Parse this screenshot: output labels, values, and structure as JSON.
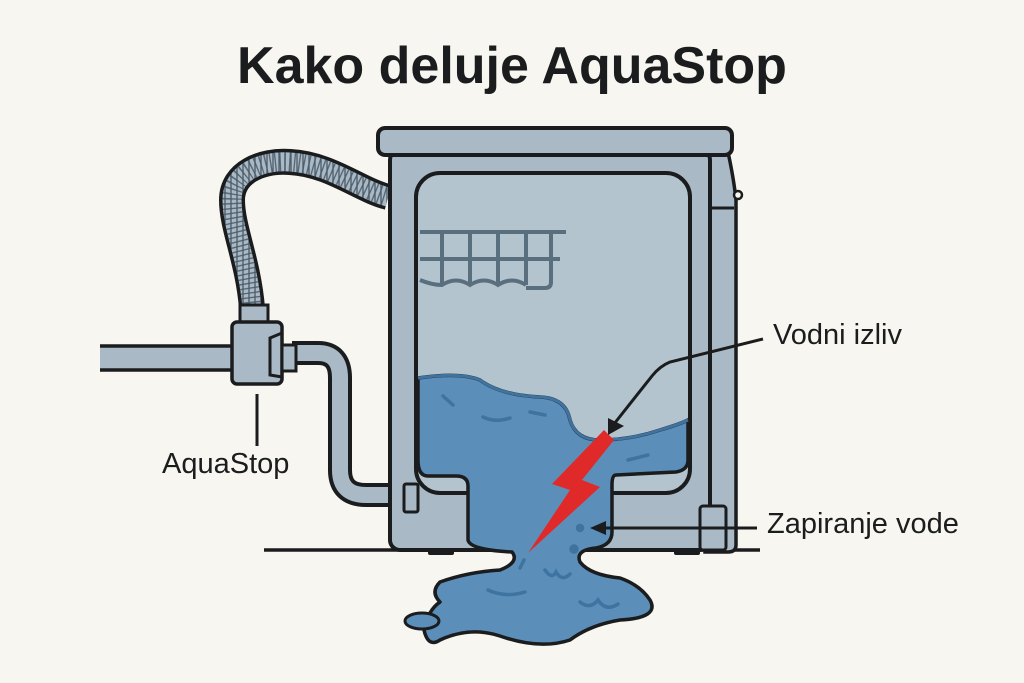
{
  "title": "Kako deluje AquaStop",
  "labels": {
    "aquastop": "AquaStop",
    "leak": "Vodni izliv",
    "shutoff": "Zapiranje vode"
  },
  "colors": {
    "background": "#f8f6f0",
    "appliance": "#a9bac6",
    "door": "#b3c4cf",
    "water": "#5b8fba",
    "water_dark": "#3f73a0",
    "outline": "#1a1c1e",
    "rack": "#5a6f7e",
    "lightning": "#e02a2a"
  },
  "components": [
    "dishwasher",
    "corrugated-inlet-hose",
    "water-supply-pipe",
    "aquastop-valve",
    "drain-pipe",
    "dish-rack",
    "water-inside",
    "leak-puddle",
    "lightning-crack",
    "floor-line"
  ]
}
